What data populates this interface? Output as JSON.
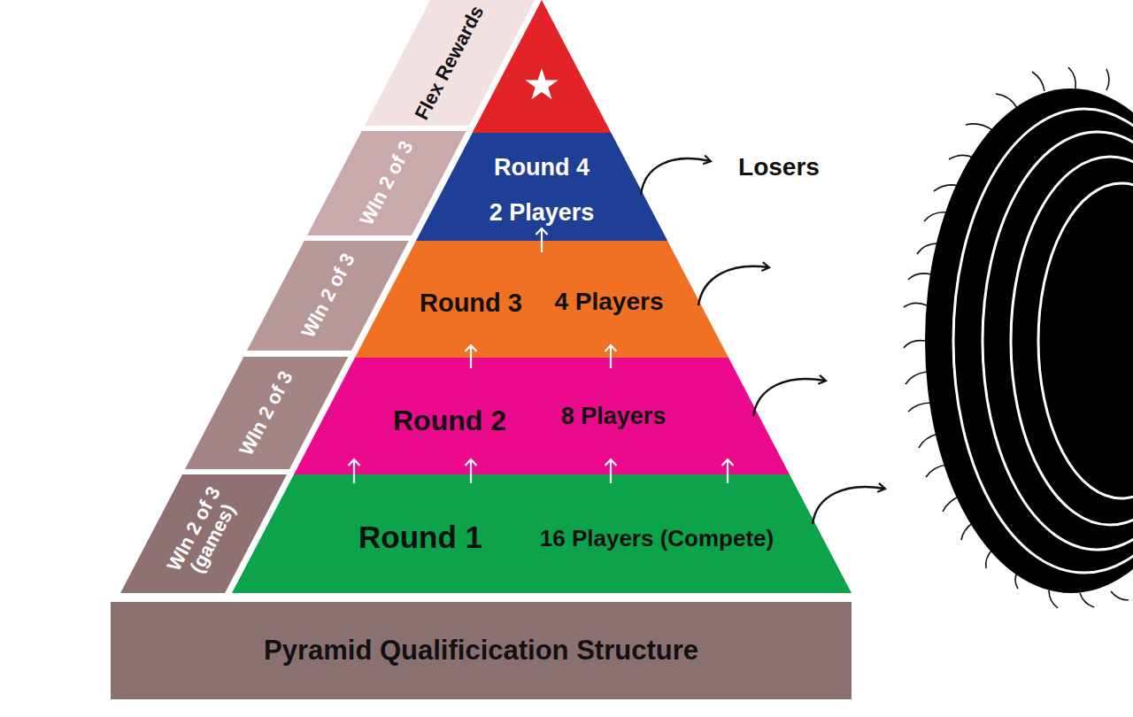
{
  "diagram": {
    "nodes": [
      {
        "text": [
          "Round 4",
          "2 Players"
        ]
      },
      {
        "text": [
          "Round 3",
          "4 Players"
        ]
      },
      {
        "text": [
          "Round 2",
          "8 Players"
        ]
      },
      {
        "text": [
          "Round 1",
          "16 Players (Compete)"
        ]
      },
      {
        "text": [
          "Flex Rewards"
        ]
      },
      {
        "text": [
          "WIn 2 of 3"
        ]
      },
      {
        "text": [
          "WIn 2 of 3"
        ]
      },
      {
        "text": [
          "WIn 2 of 3"
        ]
      },
      {
        "text": [
          "WIn 2 of 3 (games)"
        ]
      },
      {
        "text": [
          "Pyramid Qualificication Structure"
        ]
      }
    ],
    "labels": [
      "Losers"
    ]
  }
}
